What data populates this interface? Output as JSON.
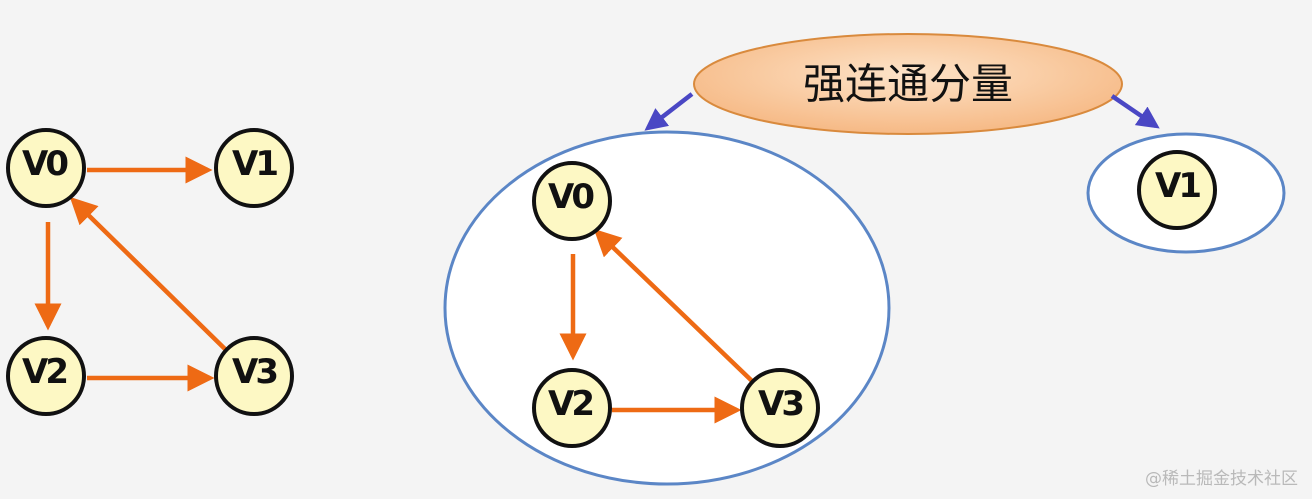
{
  "title": "强连通分量",
  "watermark": "@稀土掘金技术社区",
  "colors": {
    "node_fill": "#fdf8c4",
    "edge": "#ee6a14",
    "pointer": "#4a47c4",
    "region_stroke": "#5b86c6",
    "title_fill": "#f8c89c"
  },
  "graph": {
    "nodes": [
      "V0",
      "V1",
      "V2",
      "V3"
    ],
    "edges": [
      [
        "V0",
        "V1"
      ],
      [
        "V0",
        "V2"
      ],
      [
        "V2",
        "V3"
      ],
      [
        "V3",
        "V0"
      ]
    ]
  },
  "components": [
    {
      "nodes": [
        "V0",
        "V2",
        "V3"
      ],
      "edges": [
        [
          "V0",
          "V2"
        ],
        [
          "V2",
          "V3"
        ],
        [
          "V3",
          "V0"
        ]
      ]
    },
    {
      "nodes": [
        "V1"
      ],
      "edges": []
    }
  ]
}
